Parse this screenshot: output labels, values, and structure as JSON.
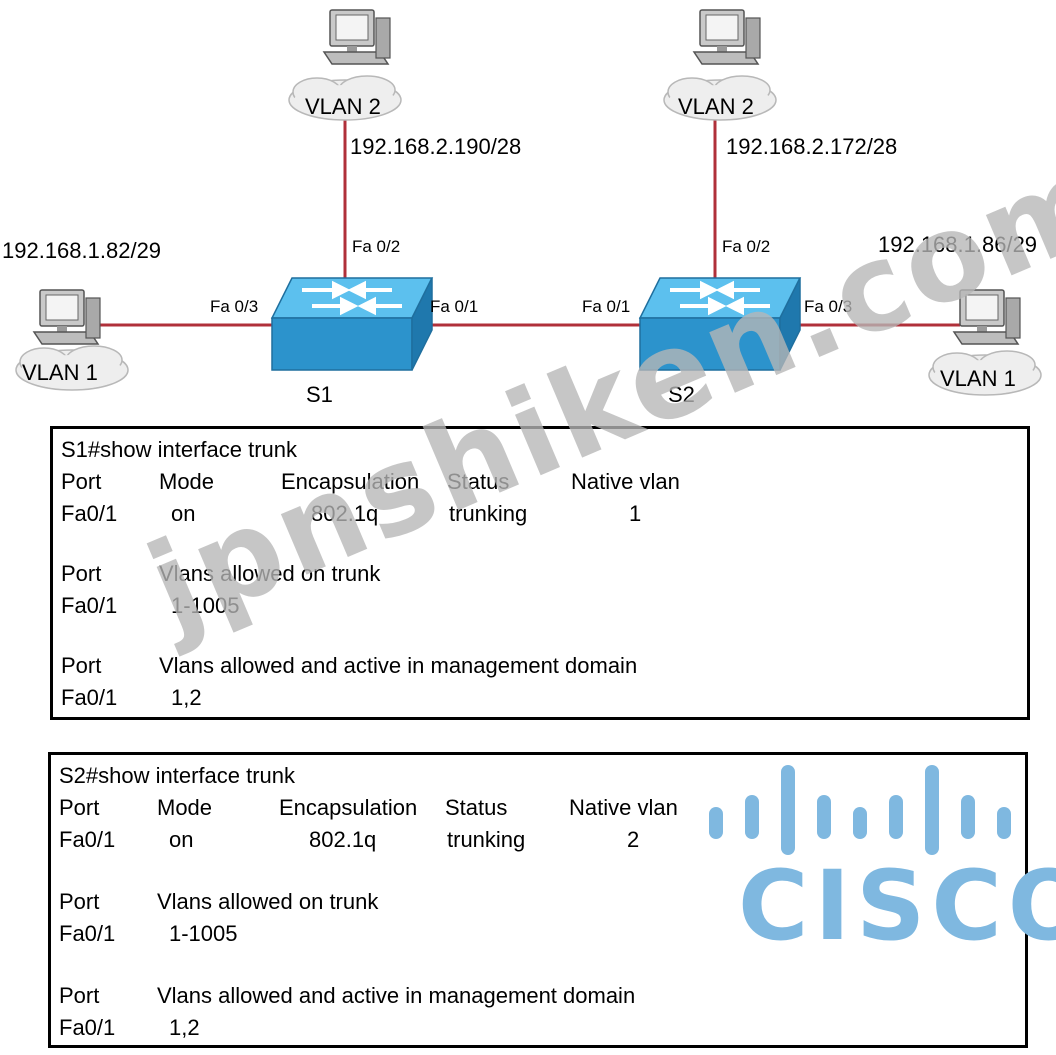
{
  "hosts": {
    "top_left": {
      "vlan": "VLAN 2",
      "ip": "192.168.2.190/28"
    },
    "top_right": {
      "vlan": "VLAN 2",
      "ip": "192.168.2.172/28"
    },
    "left": {
      "vlan": "VLAN 1",
      "ip": "192.168.1.82/29"
    },
    "right": {
      "vlan": "VLAN 1",
      "ip": "192.168.1.86/29"
    }
  },
  "switches": {
    "s1": {
      "name": "S1",
      "ports": {
        "fa02": "Fa 0/2",
        "fa03": "Fa 0/3",
        "fa01": "Fa 0/1"
      }
    },
    "s2": {
      "name": "S2",
      "ports": {
        "fa01": "Fa 0/1",
        "fa02": "Fa 0/2",
        "fa03": "Fa 0/3"
      }
    }
  },
  "colors": {
    "link": "#b0303a",
    "switch_top": "#4fb4e6",
    "switch_side": "#2a8ac2",
    "cisco": "#7fb8e0"
  },
  "outputs": [
    {
      "command": "S1#show interface trunk",
      "headers": {
        "port": "Port",
        "mode": "Mode",
        "encap": "Encapsulation",
        "status": "Status",
        "native": "Native vlan"
      },
      "row": {
        "port": "Fa0/1",
        "mode": "on",
        "encap": "802.1q",
        "status": "trunking",
        "native": "1"
      },
      "allowed_header": {
        "port": "Port",
        "label": "Vlans allowed on trunk"
      },
      "allowed_row": {
        "port": "Fa0/1",
        "value": "1-1005"
      },
      "active_header": {
        "port": "Port",
        "label": "Vlans allowed and active in management domain"
      },
      "active_row": {
        "port": "Fa0/1",
        "value": "1,2"
      }
    },
    {
      "command": "S2#show interface trunk",
      "headers": {
        "port": "Port",
        "mode": "Mode",
        "encap": "Encapsulation",
        "status": "Status",
        "native": "Native vlan"
      },
      "row": {
        "port": "Fa0/1",
        "mode": "on",
        "encap": "802.1q",
        "status": "trunking",
        "native": "2"
      },
      "allowed_header": {
        "port": "Port",
        "label": "Vlans allowed on trunk"
      },
      "allowed_row": {
        "port": "Fa0/1",
        "value": "1-1005"
      },
      "active_header": {
        "port": "Port",
        "label": "Vlans allowed and active in management domain"
      },
      "active_row": {
        "port": "Fa0/1",
        "value": "1,2"
      }
    }
  ],
  "watermark": "jpnshiken.com",
  "logo": {
    "word": "CISCO"
  }
}
